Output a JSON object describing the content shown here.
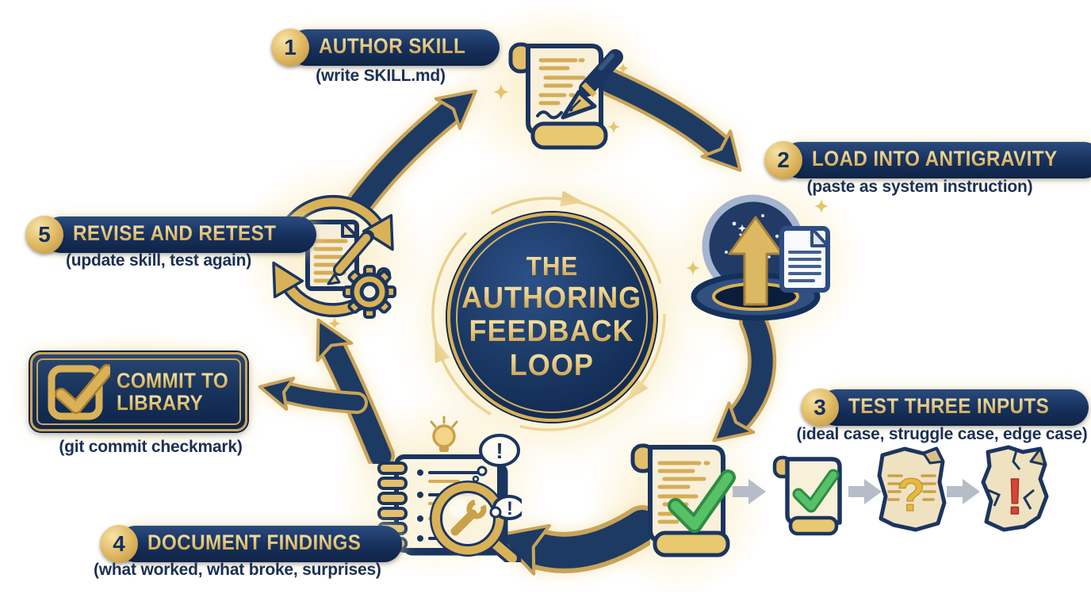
{
  "title": "The Authoring Feedback Loop diagram",
  "colors": {
    "navy": "#16305c",
    "navy_dark": "#0f2345",
    "gold": "#d9b257",
    "gold_light": "#f0d48a",
    "cream_glow": "#faeab9",
    "green_check": "#4cbb5c",
    "red_alert": "#d6453a",
    "gray_arrow": "#b6bdc9",
    "text_navy": "#1b2f55",
    "parchment": "#f9f0da"
  },
  "center": {
    "lines": [
      "THE",
      "AUTHORING",
      "FEEDBACK",
      "LOOP"
    ]
  },
  "steps": [
    {
      "number": "1",
      "title": "AUTHOR SKILL",
      "subtitle": "(write SKILL.md)",
      "icon": "scroll-and-pen-icon"
    },
    {
      "number": "2",
      "title": "LOAD INTO ANTIGRAVITY",
      "subtitle": "(paste as system instruction)",
      "icon": "portal-upload-icon"
    },
    {
      "number": "3",
      "title": "TEST THREE INPUTS",
      "subtitle": "(ideal case, struggle case, edge case)",
      "icon": "scroll-check-icon"
    },
    {
      "number": "4",
      "title": "DOCUMENT FINDINGS",
      "subtitle": "(what worked, what broke, surprises)",
      "icon": "notebook-findings-icon"
    },
    {
      "number": "5",
      "title": "REVISE AND RETEST",
      "subtitle": "(update skill, test again)",
      "icon": "revise-cycle-icon"
    }
  ],
  "commit": {
    "title_lines": [
      "COMMIT TO",
      "LIBRARY"
    ],
    "subtitle": "(git commit checkmark)",
    "icon": "checkbox-check-icon"
  },
  "test_sequence": {
    "marks": {
      "check": "✓",
      "question": "?",
      "exclamation": "!"
    },
    "items": [
      "ideal-scroll-check-icon",
      "struggle-doc-question-icon",
      "edge-doc-exclamation-icon"
    ]
  }
}
